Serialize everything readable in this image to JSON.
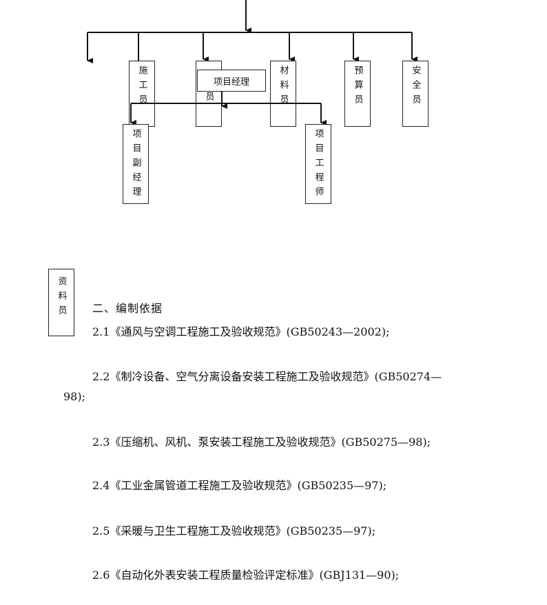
{
  "org_chart": {
    "manager": "项目经理",
    "deputy_manager": "项目副经理",
    "project_engineer": "项目工程师",
    "staff": [
      {
        "id": "construction",
        "label": "施工员"
      },
      {
        "id": "partial",
        "label": "员"
      },
      {
        "id": "material",
        "label": "材料员"
      },
      {
        "id": "budget",
        "label": "预算员"
      },
      {
        "id": "safety",
        "label": "安全员"
      }
    ],
    "archivist": "资料员"
  },
  "section": {
    "heading": "二、编制依据",
    "items": [
      {
        "text": "2.1《通风与空调工程施工及验收规范》(GB50243—2002);"
      },
      {
        "text": "2.2《制冷设备、空气分离设备安装工程施工及验收规范》(GB50274—",
        "cont": "98);"
      },
      {
        "text": "2.3《压缩机、风机、泵安装工程施工及验收规范》(GB50275—98);"
      },
      {
        "text": "2.4《工业金属管道工程施工及验收规范》(GB50235—97);"
      },
      {
        "text": "2.5《采暖与卫生工程施工及验收规范》(GB50235—97);"
      },
      {
        "text": "2.6《自动化外表安装工程质量检验评定标准》(GBJ131—90);"
      }
    ]
  }
}
